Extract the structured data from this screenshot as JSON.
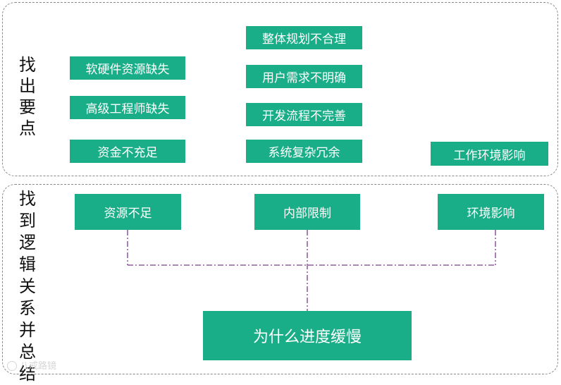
{
  "sections": {
    "find_points": {
      "label": "找出要点",
      "items": [
        "软硬件资源缺失",
        "高级工程师缺失",
        "资金不充足",
        "整体规划不合理",
        "用户需求不明确",
        "开发流程不完善",
        "系统复杂冗余",
        "工作环境影响"
      ]
    },
    "find_logic": {
      "label": "找到逻辑关系并总结",
      "categories": [
        "资源不足",
        "内部限制",
        "环境影响"
      ],
      "conclusion": "为什么进度缓慢"
    }
  },
  "watermark": {
    "text": "八戒路镜"
  },
  "colors": {
    "box_fill": "#1aae88",
    "box_text": "#ffffff",
    "connector": "#7a3b8c",
    "panel_border": "#8a8a8a"
  }
}
